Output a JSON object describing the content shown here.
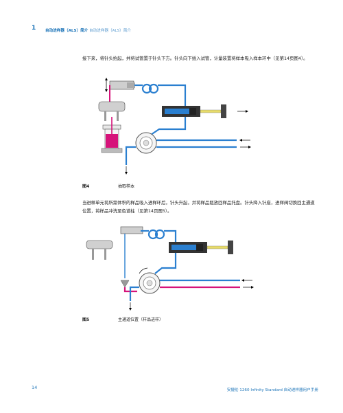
{
  "header": {
    "chapter_number": "1",
    "running_head_bold": "自动进样器（ALS）简介",
    "running_head_light": "自动进样器（ALS）简介"
  },
  "body": {
    "para1": "接下来，将针头抬起，并将试管置于针头下方。针头向下插入试管，计量装置将样本吸入样本环中（见第14页图4）。",
    "para2": "当进样单元将所需体积的样品吸入进样环后，针头升起，并将样品瓶放回样品托盘。针头降入针座，进样阀切换回主通道位置，将样品冲洗至色谱柱（见第14页图5）。"
  },
  "figures": {
    "fig4": {
      "number": "图4",
      "caption": "抽取样本"
    },
    "fig5": {
      "number": "图5",
      "caption": "主通道位置（样品进样）"
    }
  },
  "colors": {
    "accent": "#1a73b8",
    "tube": "#2a7fd0",
    "sample": "#d6137a",
    "metal": "#888888",
    "piston": "#e8dc6a"
  },
  "footer": {
    "page_number": "14",
    "manual_title": "安捷伦 1260 Infinity Standard 自动进样器用户手册"
  }
}
